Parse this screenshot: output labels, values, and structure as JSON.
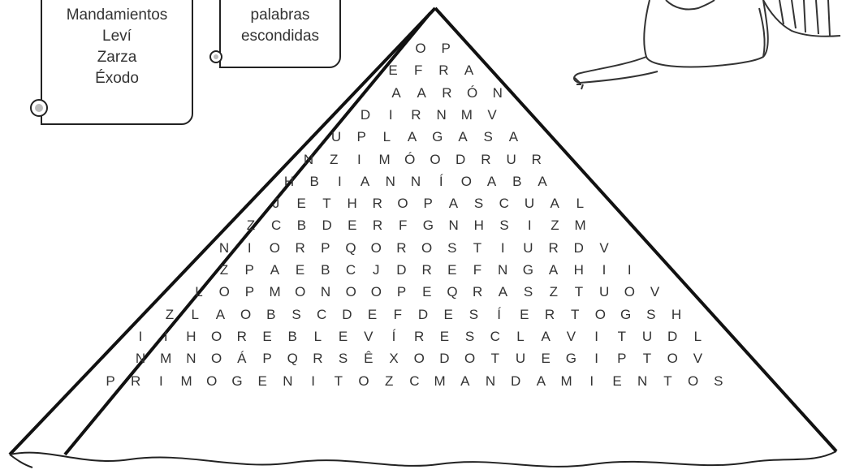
{
  "word_list_scroll": {
    "words": [
      "Mandamientos",
      "Leví",
      "Zarza",
      "Éxodo"
    ]
  },
  "instruction_scroll": {
    "lines": [
      "palabras",
      "escondidas"
    ]
  },
  "illustration": {
    "icon": "figure-sitting-icon"
  },
  "grid": {
    "rows": [
      [
        "O",
        "P"
      ],
      [
        "E",
        "F",
        "R",
        "A"
      ],
      [
        "A",
        "A",
        "R",
        "Ó",
        "N"
      ],
      [
        "D",
        "I",
        "R",
        "N",
        "M",
        "V"
      ],
      [
        "U",
        "P",
        "L",
        "A",
        "G",
        "A",
        "S",
        "A"
      ],
      [
        "N",
        "Z",
        "I",
        "M",
        "Ó",
        "O",
        "D",
        "R",
        "U",
        "R"
      ],
      [
        "H",
        "B",
        "I",
        "A",
        "N",
        "N",
        "Í",
        "O",
        "A",
        "B",
        "A"
      ],
      [
        "J",
        "E",
        "T",
        "H",
        "R",
        "O",
        "P",
        "A",
        "S",
        "C",
        "U",
        "A",
        "L"
      ],
      [
        "Z",
        "C",
        "B",
        "D",
        "E",
        "R",
        "F",
        "G",
        "N",
        "H",
        "S",
        "I",
        "Z",
        "M"
      ],
      [
        "N",
        "I",
        "O",
        "R",
        "P",
        "Q",
        "O",
        "R",
        "O",
        "S",
        "T",
        "I",
        "U",
        "R",
        "D",
        "V"
      ],
      [
        "Z",
        "P",
        "A",
        "E",
        "B",
        "C",
        "J",
        "D",
        "R",
        "E",
        "F",
        "N",
        "G",
        "A",
        "H",
        "I",
        "I"
      ],
      [
        "L",
        "O",
        "P",
        "M",
        "O",
        "N",
        "O",
        "O",
        "P",
        "E",
        "Q",
        "R",
        "A",
        "S",
        "Z",
        "T",
        "U",
        "O",
        "V"
      ],
      [
        "Z",
        "L",
        "A",
        "O",
        "B",
        "S",
        "C",
        "D",
        "E",
        "F",
        "D",
        "E",
        "S",
        "Í",
        "E",
        "R",
        "T",
        "O",
        "G",
        "S",
        "H"
      ],
      [
        "I",
        "I",
        "H",
        "O",
        "R",
        "E",
        "B",
        "L",
        "E",
        "V",
        "Í",
        "R",
        "E",
        "S",
        "C",
        "L",
        "A",
        "V",
        "I",
        "T",
        "U",
        "D",
        "L"
      ],
      [
        "N",
        "M",
        "N",
        "O",
        "Á",
        "P",
        "Q",
        "R",
        "S",
        "Ê",
        "X",
        "O",
        "D",
        "O",
        "T",
        "U",
        "E",
        "G",
        "I",
        "P",
        "T",
        "O",
        "V"
      ],
      [
        "P",
        "R",
        "I",
        "M",
        "O",
        "G",
        "E",
        "N",
        "I",
        "T",
        "O",
        "Z",
        "C",
        "M",
        "A",
        "N",
        "D",
        "A",
        "M",
        "I",
        "E",
        "N",
        "T",
        "O",
        "S"
      ]
    ]
  }
}
